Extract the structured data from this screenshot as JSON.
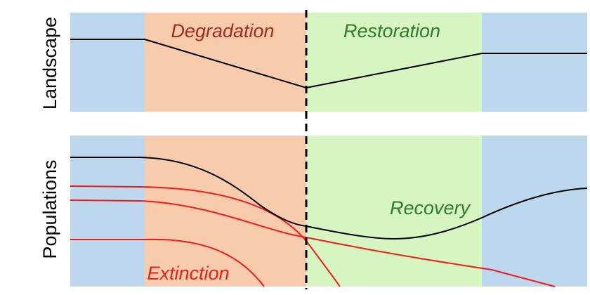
{
  "panels": {
    "top": {
      "ylabel": "Landscape"
    },
    "bottom": {
      "ylabel": "Populations"
    }
  },
  "phases": {
    "degradation": "Degradation",
    "restoration": "Restoration"
  },
  "annotations": {
    "recovery": "Recovery",
    "extinction": "Extinction"
  },
  "colors": {
    "baseline_blue": "#bdd7ee",
    "degradation_salmon": "#f8cbad",
    "restoration_green": "#d6f5c0",
    "degradation_text": "#a52a1f",
    "restoration_text": "#2e7a2e",
    "extinction_text": "#e8201a",
    "population_red": "#ee1c1c",
    "trend_black": "#000000"
  }
}
